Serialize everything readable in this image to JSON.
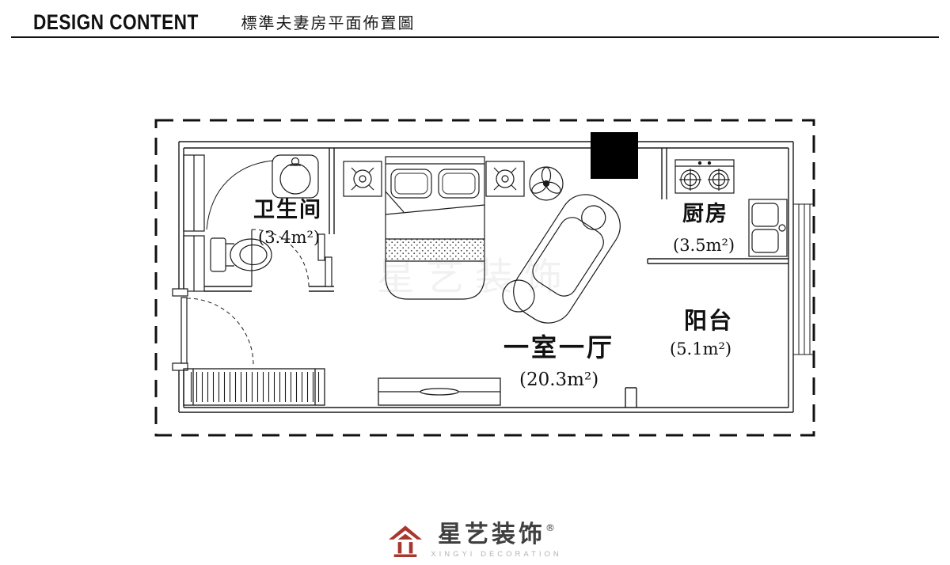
{
  "header": {
    "title": "DESIGN CONTENT",
    "subtitle": "標準夫妻房平面佈置圖"
  },
  "floorplan": {
    "watermark": "星艺装饰",
    "rooms": {
      "bathroom": {
        "name": "卫生间",
        "area": "(3.4m²)"
      },
      "kitchen": {
        "name": "厨房",
        "area": "(3.5m²)"
      },
      "living": {
        "name": "一室一厅",
        "area": "(20.3m²)"
      },
      "balcony": {
        "name": "阳台",
        "area": "(5.1m²)"
      }
    }
  },
  "footer": {
    "brand": "星艺装饰",
    "registered": "®",
    "brand_en": "XINGYI DECORATION"
  },
  "colors": {
    "accent_red": "#a8372e",
    "line": "#1a1a1a"
  }
}
